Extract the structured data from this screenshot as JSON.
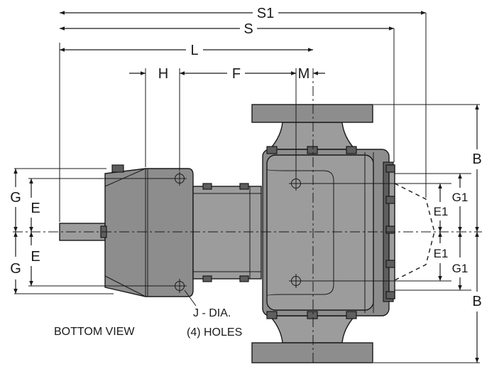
{
  "labels": {
    "s1": "S1",
    "s": "S",
    "l": "L",
    "h": "H",
    "f": "F",
    "m": "M",
    "b_top": "B",
    "b_bottom": "B",
    "g_top": "G",
    "g_bottom": "G",
    "e_top": "E",
    "e_bottom": "E",
    "g1_top": "G1",
    "g1_bottom": "G1",
    "e1_top": "E1",
    "e1_bottom": "E1",
    "holes_line1": "J - DIA.",
    "holes_line2": "(4) HOLES",
    "view": "BOTTOM VIEW"
  }
}
